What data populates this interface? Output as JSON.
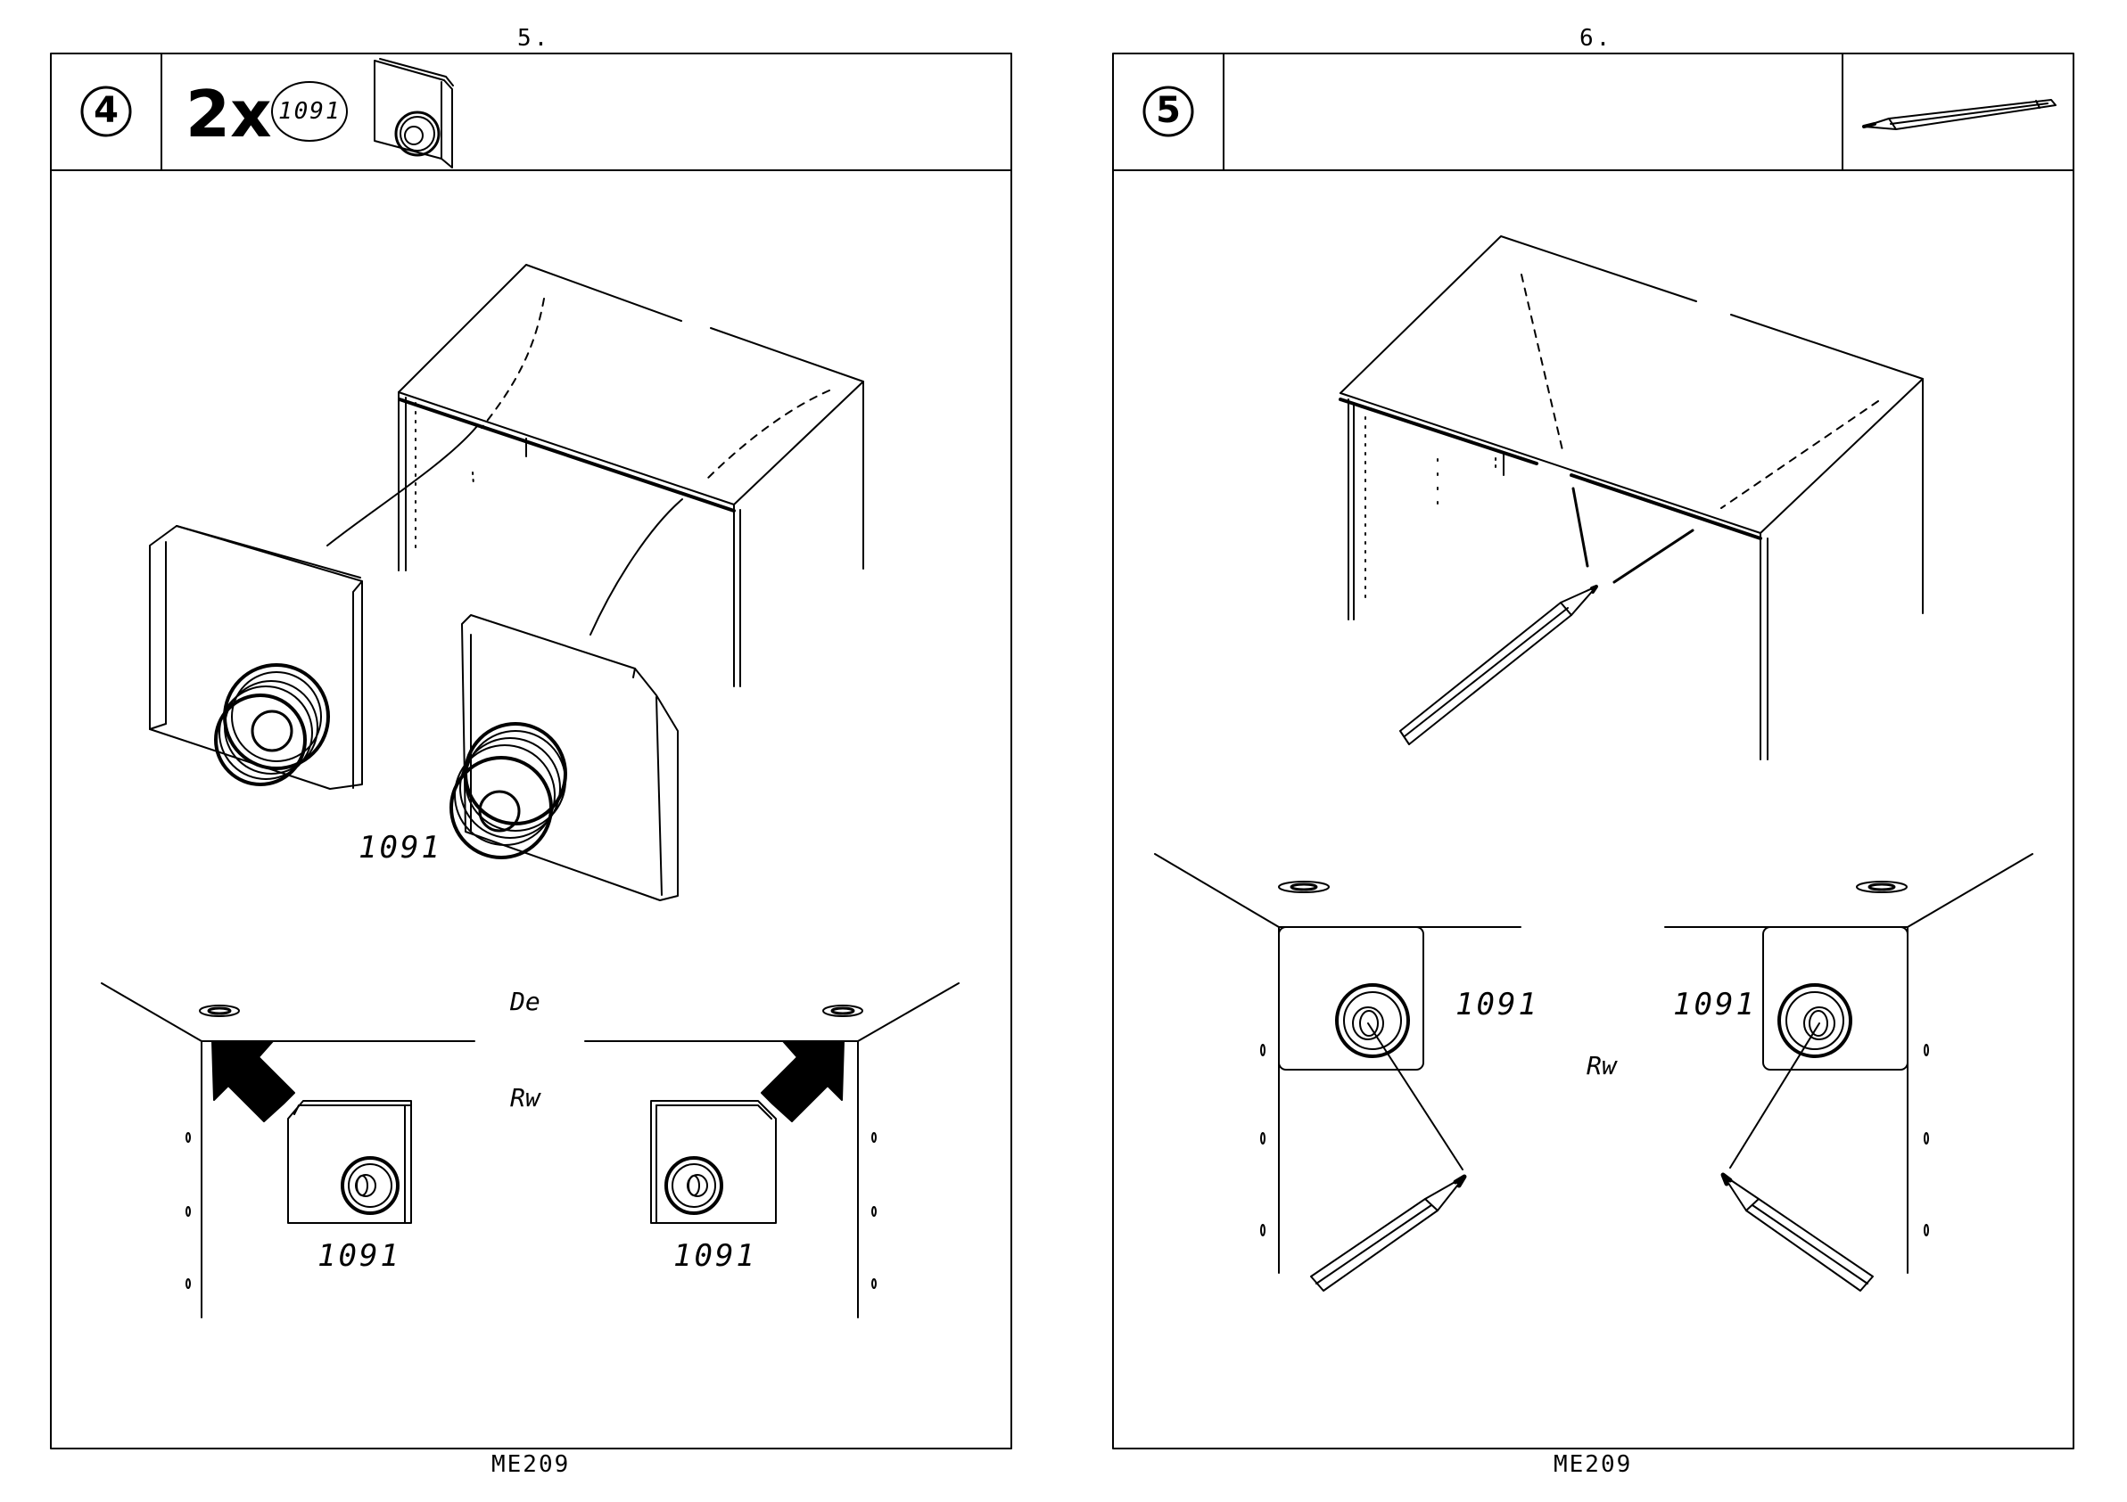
{
  "pages": [
    {
      "page_number": "5.",
      "step_number": "4",
      "quantity": "2x",
      "part_oval": "1091",
      "exploded_label": "1091",
      "label_de": "De",
      "label_rw": "Rw",
      "left_part_label": "1091",
      "right_part_label": "1091",
      "footer_code": "ME209"
    },
    {
      "page_number": "6.",
      "step_number": "5",
      "label_rw": "Rw",
      "left_part_label": "1091",
      "right_part_label": "1091",
      "footer_code": "ME209"
    }
  ],
  "icons": [
    "fitting-icon",
    "pencil-icon",
    "arrow-icon"
  ]
}
